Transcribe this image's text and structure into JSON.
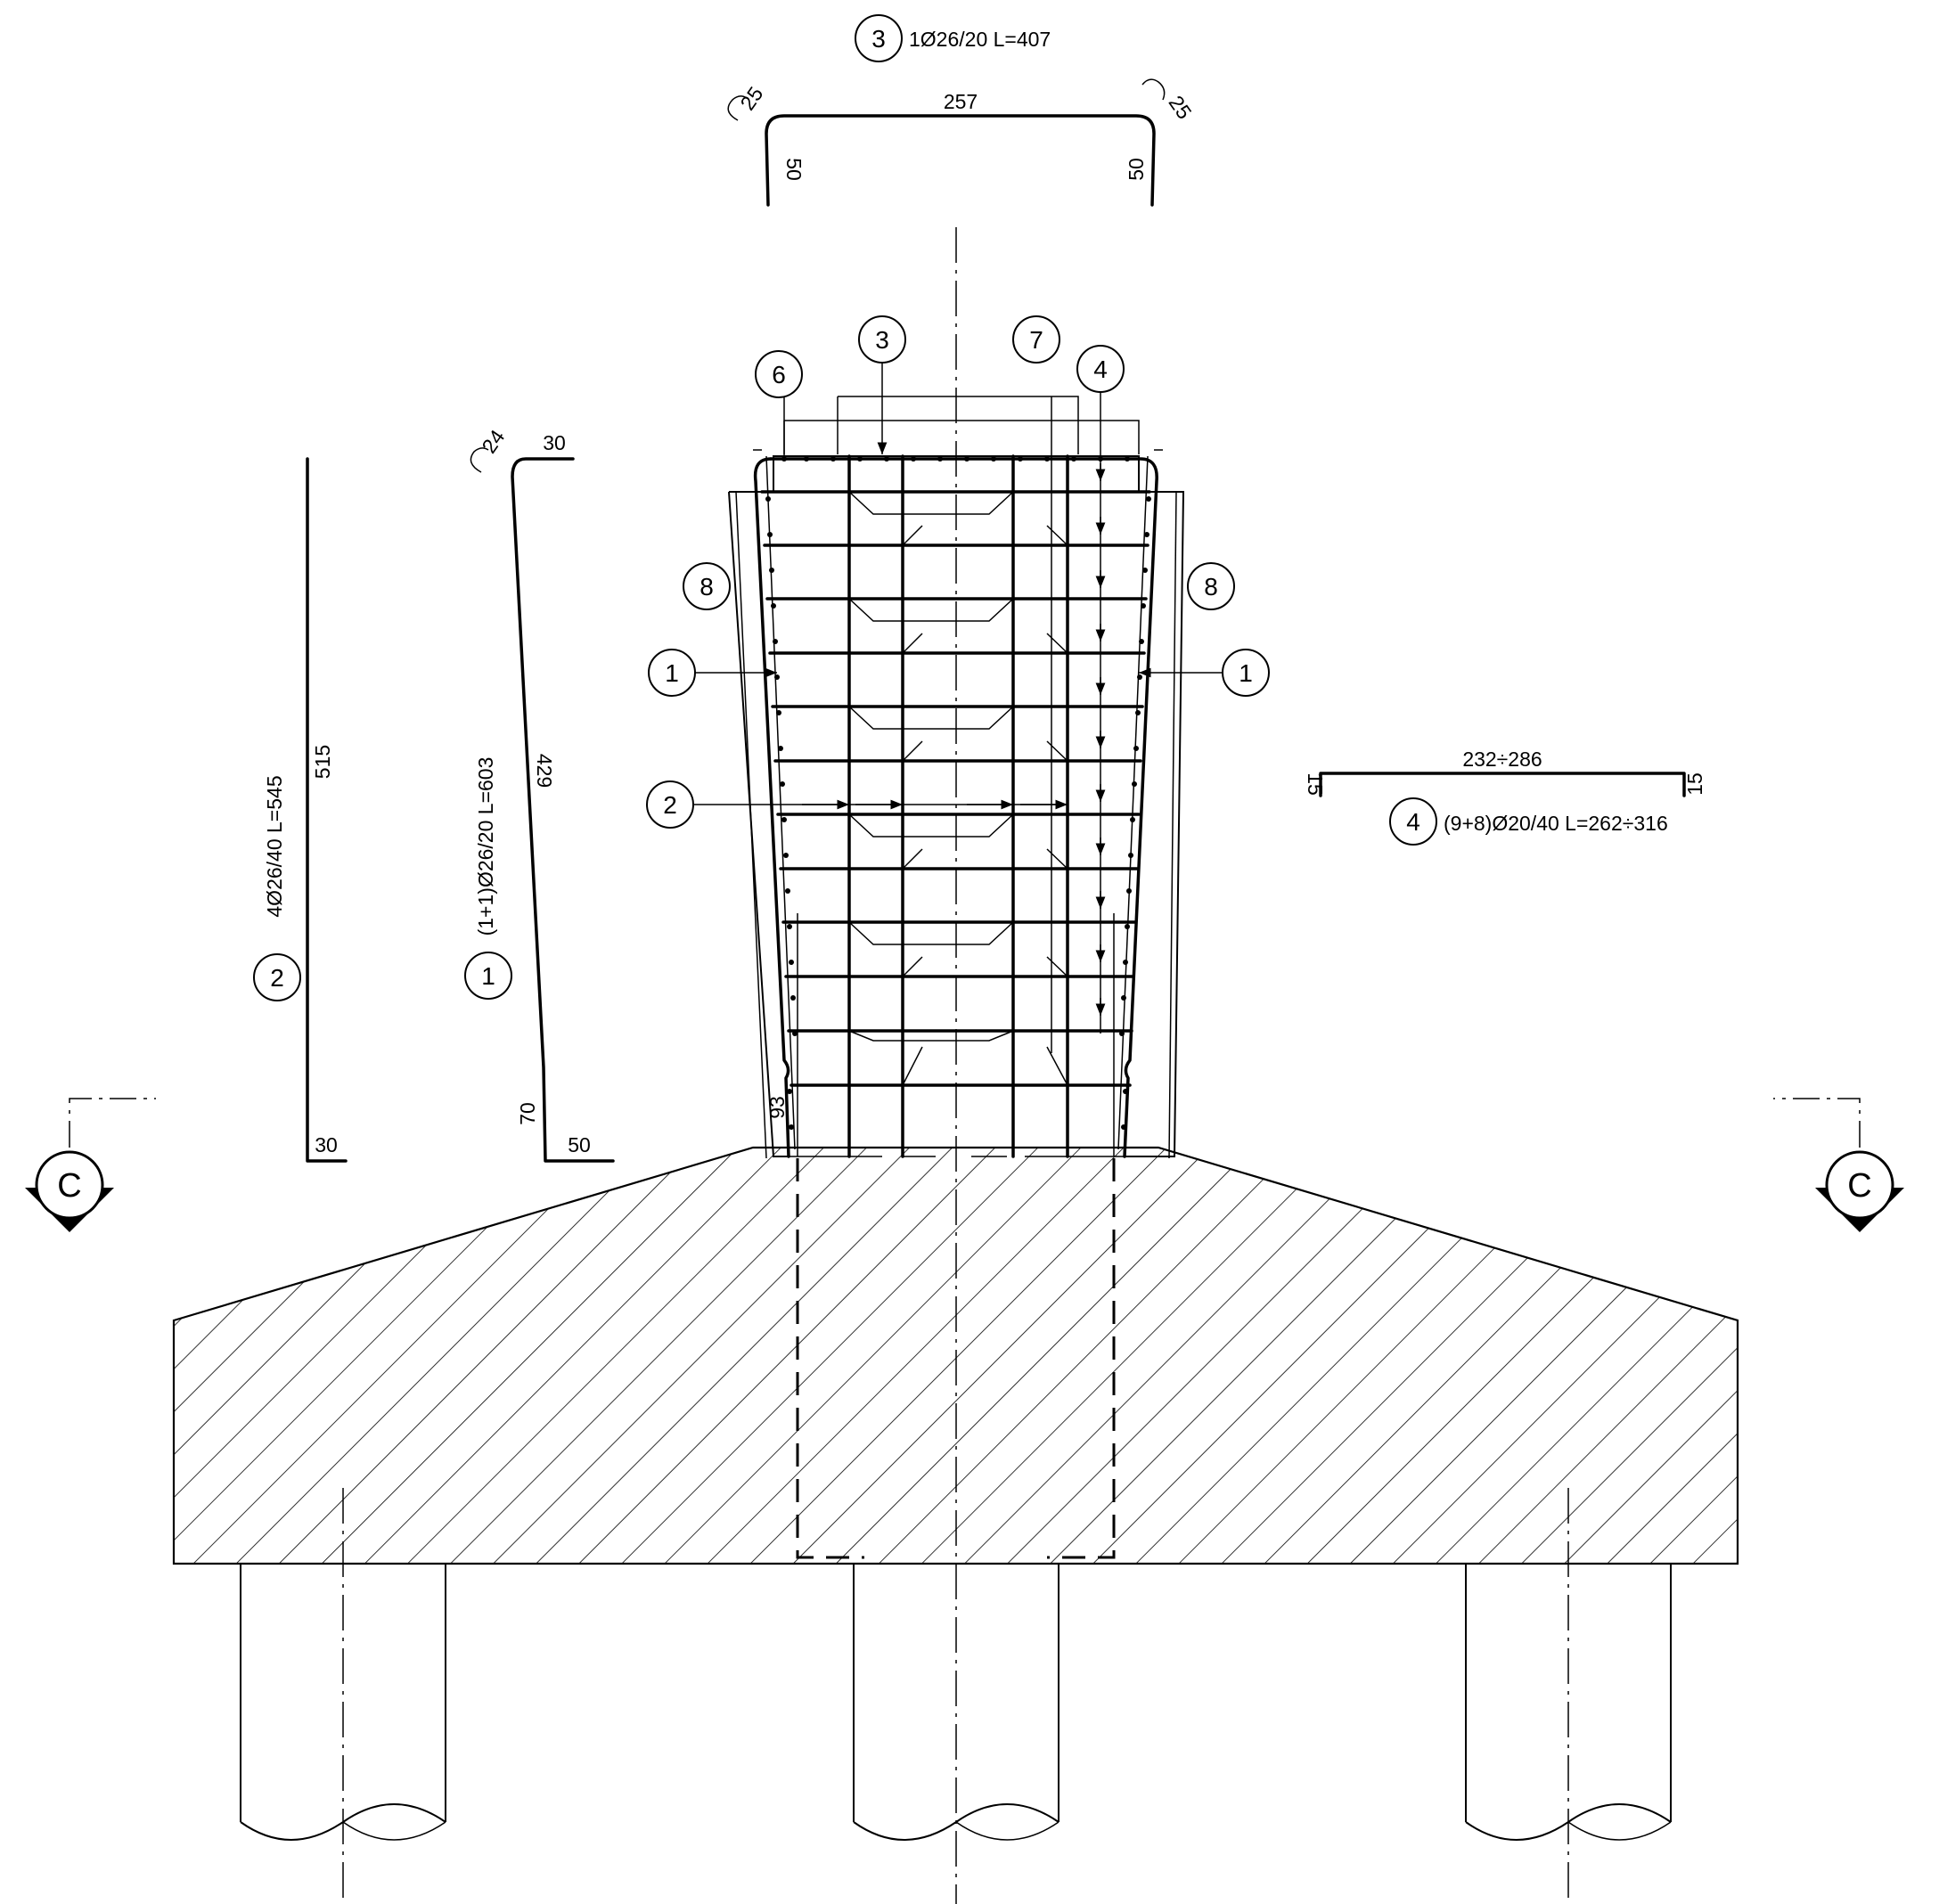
{
  "bars": [
    {
      "mark": "1",
      "spec": "(1+1)Ø26/20 L=603",
      "dims": [
        "24",
        "30",
        "429",
        "70",
        "50"
      ]
    },
    {
      "mark": "2",
      "spec": "4Ø26/40 L=545",
      "dims": [
        "515",
        "30"
      ]
    },
    {
      "mark": "3",
      "spec": "1Ø26/20 L=407",
      "dims": [
        "25",
        "257",
        "25",
        "50",
        "50"
      ]
    },
    {
      "mark": "4",
      "spec": "(9+8)Ø20/40 L=262÷316",
      "dims": [
        "15",
        "232÷286",
        "15"
      ]
    }
  ],
  "callouts": [
    "1",
    "1",
    "2",
    "3",
    "4",
    "6",
    "7",
    "8",
    "8"
  ],
  "cover_dim": "93",
  "section_marks": [
    "C",
    "C"
  ]
}
